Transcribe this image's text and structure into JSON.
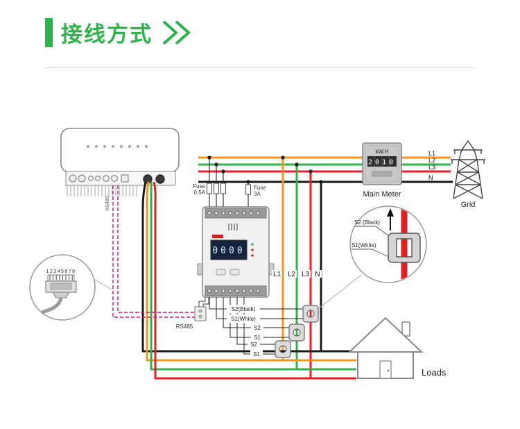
{
  "header": {
    "title": "接线方式"
  },
  "rj45": {
    "pins": "12345678"
  },
  "rs485": {
    "vertical_label": "RS485",
    "box_label": "RS485"
  },
  "fuse_small": {
    "line1": "Fuse",
    "line2": "0.5A"
  },
  "fuse_big": {
    "line1": "Fuse",
    "line2": "3A"
  },
  "meter": {
    "display": "0000"
  },
  "main_meter": {
    "unit": "kW.H",
    "reading": "2010",
    "label": "Main Meter"
  },
  "grid": {
    "label": "Grid"
  },
  "loads": {
    "label": "Loads"
  },
  "bus": {
    "l1": "L1",
    "l2": "L2",
    "l3": "L3",
    "n": "N"
  },
  "ct_detail": {
    "s2_label": "S2 (Black)",
    "s1_label": "S1(White)"
  },
  "ct_labels": [
    "S2(Black)",
    "S1(White)",
    "S2",
    "S1",
    "S2",
    "S1"
  ],
  "colors": {
    "accent_green": "#2eb34a",
    "wire_orange": "#F7941E",
    "wire_green": "#2DB34A",
    "wire_red": "#EC1C24",
    "wire_black": "#1a1a1a",
    "rs485_magenta": "#E6007E"
  }
}
